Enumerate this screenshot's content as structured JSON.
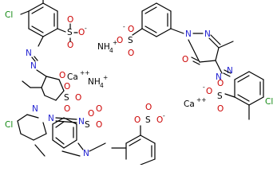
{
  "molecule": {
    "colors": {
      "bond": "#000000",
      "oxygen": "#cc0000",
      "nitrogen": "#1f1fd1",
      "chlorine": "#118811",
      "sulfur": "#000000",
      "ion": "#000000"
    },
    "atom_labels": {
      "cl_1": "Cl",
      "s_1": "S",
      "o_1a": "O",
      "o_1b": "O",
      "o_1c": "O",
      "n_azo1a": "N",
      "n_azo1b": "N",
      "s_top": "S",
      "o_top_a": "O",
      "o_top_b": "O",
      "o_top_c": "O",
      "n_pyr_a": "N",
      "n_pyr_b": "N",
      "o_keto_top": "O",
      "n_azo2a": "N",
      "n_azo2b": "N",
      "s_right": "S",
      "o_r_a": "O",
      "o_r_b": "O",
      "o_r_c": "O",
      "cl_right": "Cl",
      "o_mid": "O",
      "s_mid": "S",
      "o_mid_a": "O",
      "o_mid_b": "O",
      "o_mid_c": "O",
      "n_lower_a": "N",
      "n_lower_b": "N",
      "n_lower_c": "N",
      "cl_left": "Cl",
      "s_bottom": "S",
      "o_b_a": "O",
      "o_b_b": "O",
      "o_b_c": "O",
      "s_bot_right": "S",
      "o_br_a": "O",
      "o_br_b": "O",
      "o_br_c": "O",
      "n_bottom": "N",
      "minus": "-"
    },
    "ions": {
      "ca_1": "Ca",
      "ca_1_charge": "++",
      "nh4_1": "NH",
      "nh4_1_sub": "4",
      "nh4_1_charge": "+",
      "nh4_2": "NH",
      "nh4_2_sub": "4",
      "nh4_2_charge": "+",
      "ca_2": "Ca",
      "ca_2_charge": "++"
    }
  }
}
